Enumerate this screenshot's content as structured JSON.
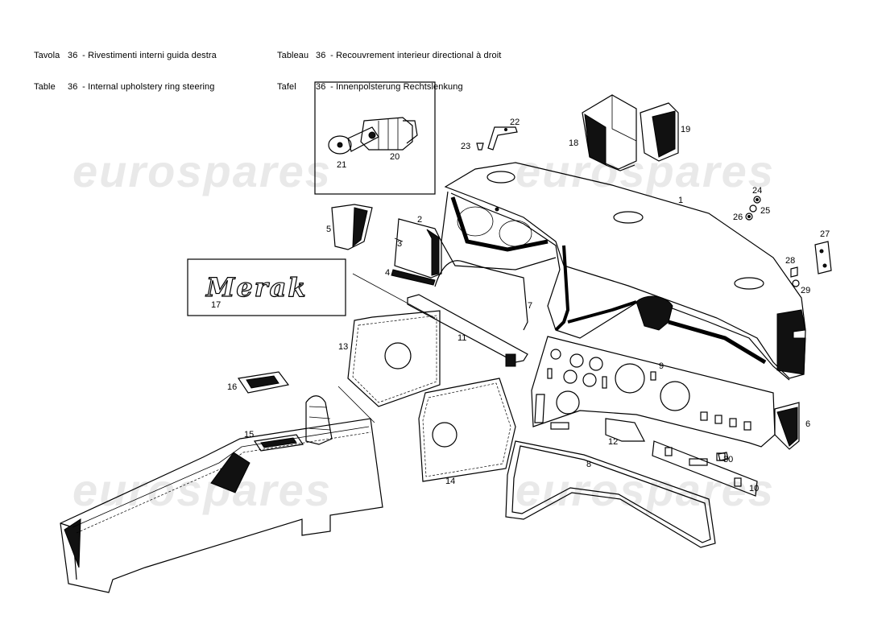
{
  "header": {
    "left": [
      {
        "label": "Tavola",
        "num": "36",
        "text": "- Rivestimenti interni guida destra"
      },
      {
        "label": "Table",
        "num": "36",
        "text": "- Internal upholstery ring steering"
      }
    ],
    "right": [
      {
        "label": "Tableau",
        "num": "36",
        "text": "- Recouvrement interieur directional à droit"
      },
      {
        "label": "Tafel",
        "num": "36",
        "text": "- Innenpolsterung Rechtslenkung"
      }
    ]
  },
  "watermark": "eurospares",
  "badge_text": "Merak",
  "callouts": [
    "1",
    "2",
    "3",
    "4",
    "5",
    "6",
    "7",
    "8",
    "9",
    "10",
    "11",
    "12",
    "13",
    "14",
    "15",
    "16",
    "17",
    "18",
    "19",
    "20",
    "21",
    "22",
    "23",
    "24",
    "25",
    "26",
    "27",
    "28",
    "29",
    "30"
  ]
}
